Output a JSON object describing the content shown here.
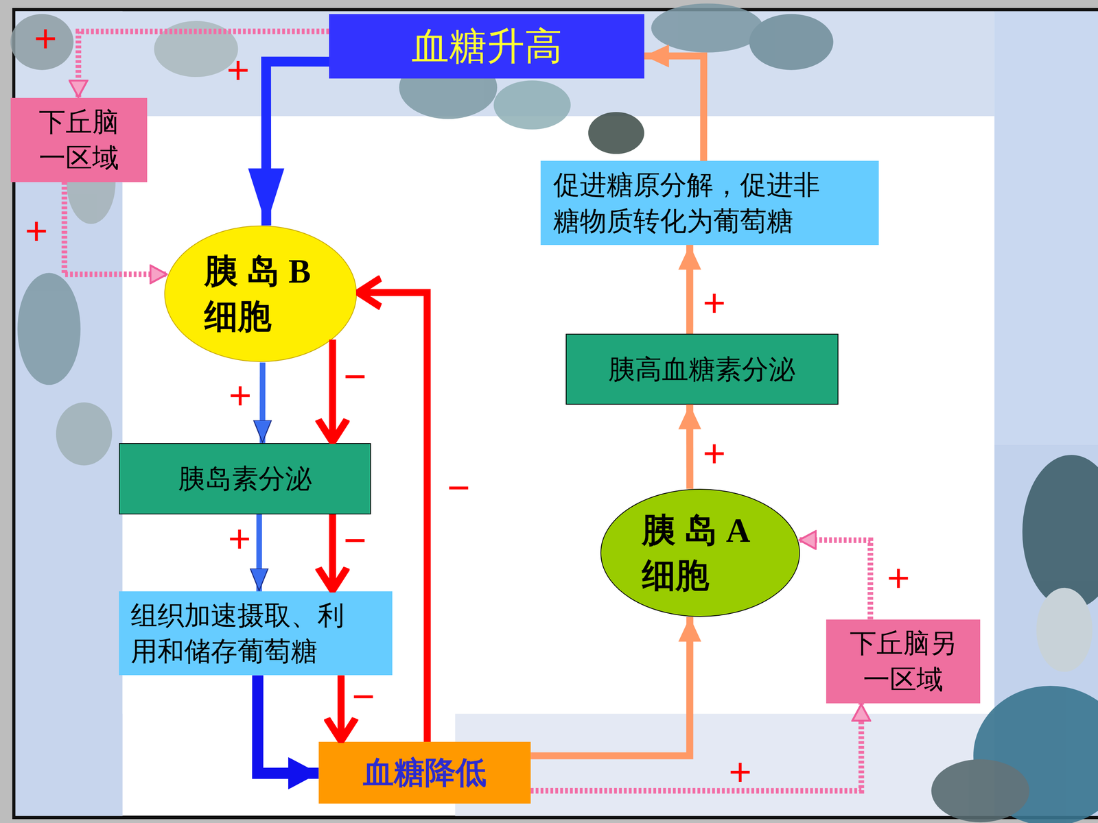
{
  "diagram": {
    "nodes": [
      {
        "text": [
          "血糖升高"
        ]
      },
      {
        "text": [
          "下丘脑 一区域"
        ]
      },
      {
        "text": [
          "胰 岛 B 细胞"
        ]
      },
      {
        "text": [
          "胰岛素分泌"
        ]
      },
      {
        "text": [
          "组织加速摄取、利 用和储存葡萄糖"
        ]
      },
      {
        "text": [
          "血糖降低"
        ]
      },
      {
        "text": [
          "促进糖原分解，促进非 糖物质转化为葡萄糖"
        ]
      },
      {
        "text": [
          "胰高血糖素分泌"
        ]
      },
      {
        "text": [
          "胰 岛 A 细胞"
        ]
      },
      {
        "text": [
          "下丘脑另 一区域"
        ]
      }
    ],
    "edges": [
      {
        "from": 0,
        "to": 1,
        "label": "+",
        "arrow": "to"
      },
      {
        "from": 0,
        "to": 2,
        "label": "+",
        "arrow": "to"
      },
      {
        "from": 1,
        "to": 2,
        "label": "+",
        "arrow": "to"
      },
      {
        "from": 2,
        "to": 3,
        "label": "+",
        "arrow": "to"
      },
      {
        "from": 2,
        "to": 3,
        "label": "−",
        "arrow": "to"
      },
      {
        "from": 3,
        "to": 4,
        "label": "+",
        "arrow": "to"
      },
      {
        "from": 3,
        "to": 4,
        "label": "−",
        "arrow": "to"
      },
      {
        "from": 4,
        "to": 5,
        "arrow": "to"
      },
      {
        "from": 4,
        "to": 5,
        "label": "−",
        "arrow": "to"
      },
      {
        "from": 5,
        "to": 2,
        "label": "−",
        "arrow": "to"
      },
      {
        "from": 5,
        "to": 8,
        "arrow": "to"
      },
      {
        "from": 5,
        "to": 9,
        "label": "+",
        "arrow": "to"
      },
      {
        "from": 9,
        "to": 8,
        "label": "+",
        "arrow": "to"
      },
      {
        "from": 8,
        "to": 7,
        "label": "+",
        "arrow": "to"
      },
      {
        "from": 7,
        "to": 6,
        "label": "+",
        "arrow": "to"
      },
      {
        "from": 6,
        "to": 0,
        "arrow": "to"
      }
    ]
  }
}
